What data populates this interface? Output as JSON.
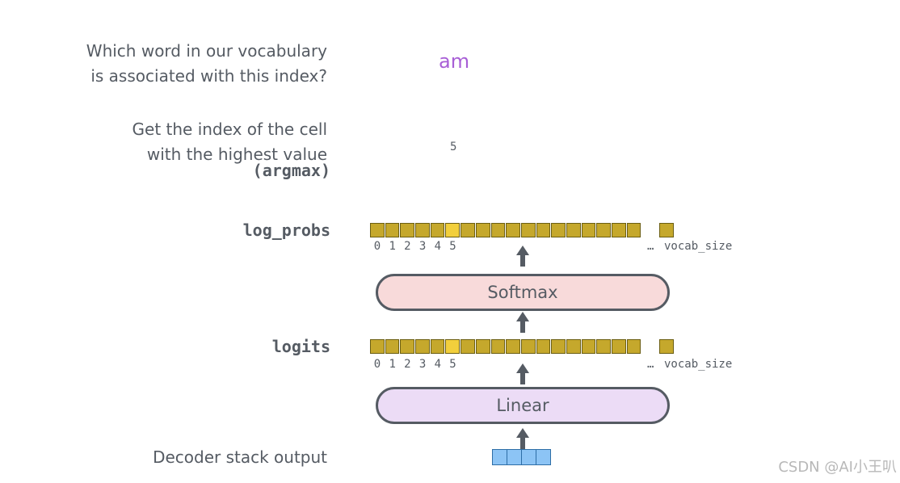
{
  "labels": {
    "vocab_question_1": "Which word in our vocabulary",
    "vocab_question_2": "is associated with this index?",
    "argmax_1": "Get the index of the cell",
    "argmax_2": "with the highest value",
    "argmax_3": "(argmax)",
    "log_probs": "log_probs",
    "logits": "logits",
    "decoder_output": "Decoder stack output"
  },
  "answer_word": "am",
  "argmax_index": "5",
  "vector": {
    "cell_count": 18,
    "highlight_index": 5,
    "tick_labels": [
      "0",
      "1",
      "2",
      "3",
      "4",
      "5"
    ],
    "ellipsis": "…",
    "end_label": "vocab_size",
    "colors": {
      "cell": "#c5a82c",
      "highlight": "#f2cf3c",
      "border": "#6b5e12"
    }
  },
  "blocks": {
    "softmax": "Softmax",
    "linear": "Linear",
    "colors": {
      "softmax_fill": "#f8dada",
      "linear_fill": "#ecdcf6",
      "border": "#555b63"
    }
  },
  "decoder_cells": 4,
  "watermark": "CSDN @AI小王叭"
}
